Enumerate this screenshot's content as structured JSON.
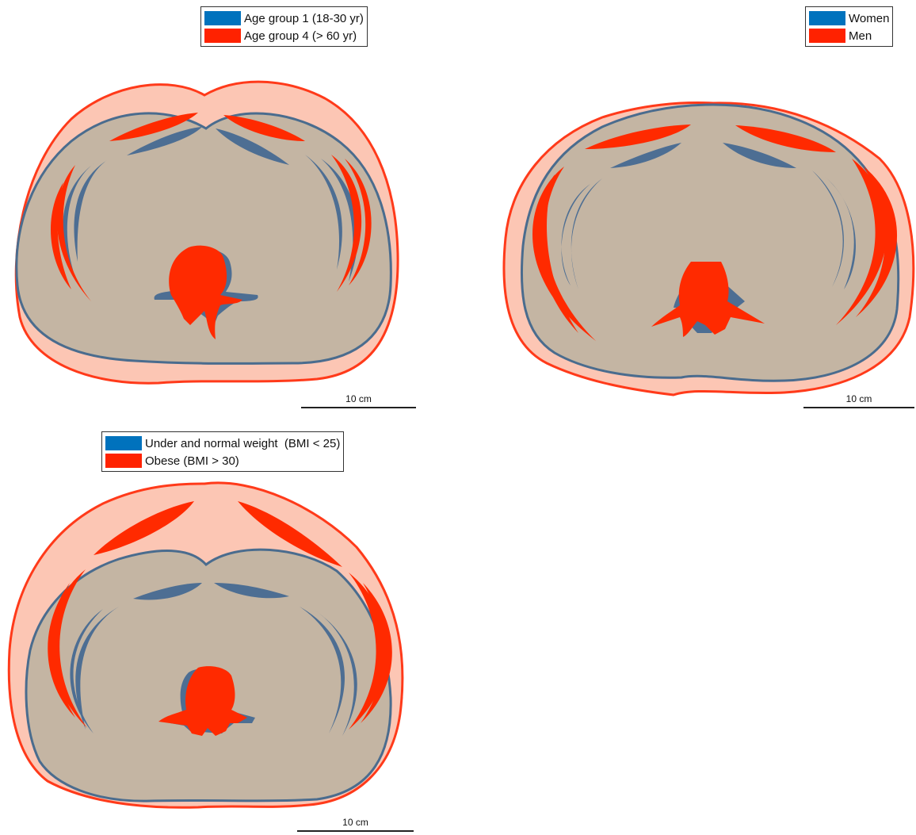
{
  "colors": {
    "group_a": "#0072bd",
    "group_b": "#ff2200",
    "body_a_fill": "#c4b5a3",
    "body_a_stroke": "#4a6c8e",
    "body_b_fill": "#fcc6b4",
    "body_b_stroke": "#ff3a1a",
    "muscle_a": "#4d6e93",
    "muscle_b": "#ff2a00"
  },
  "panels": [
    {
      "id": "age",
      "legend": [
        {
          "label": "Age group 1 (18-30 yr)",
          "color": "#0072bd"
        },
        {
          "label": "Age group 4 (> 60 yr)",
          "color": "#ff2200"
        }
      ],
      "scalebar": "10 cm"
    },
    {
      "id": "sex",
      "legend": [
        {
          "label": "Women",
          "color": "#0072bd"
        },
        {
          "label": "Men",
          "color": "#ff2200"
        }
      ],
      "scalebar": "10 cm"
    },
    {
      "id": "bmi",
      "legend": [
        {
          "label": "Under and normal weight  (BMI < 25)",
          "color": "#0072bd"
        },
        {
          "label": "Obese (BMI > 30)",
          "color": "#ff2200"
        }
      ],
      "scalebar": "10 cm"
    }
  ]
}
